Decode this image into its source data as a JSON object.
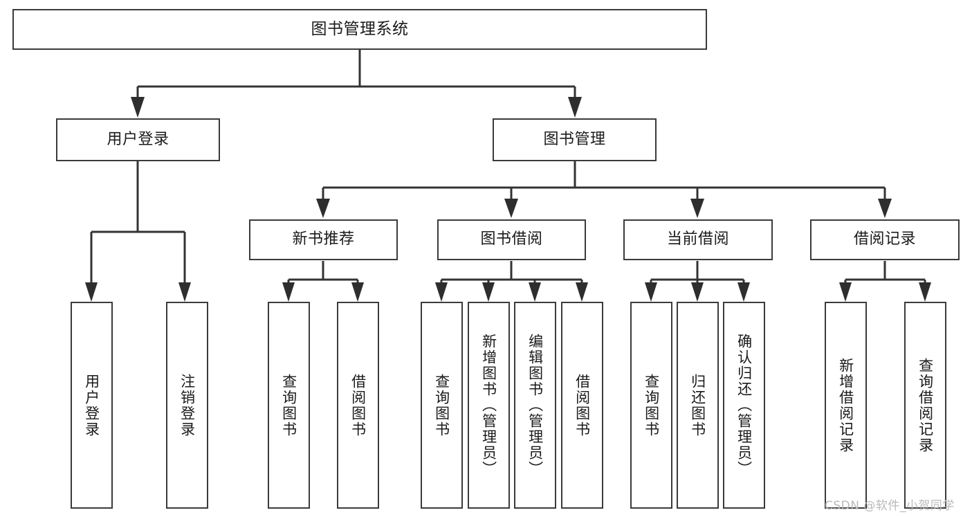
{
  "diagram": {
    "title": "图书管理系统",
    "type": "tree-hierarchy",
    "colors": {
      "background": "#ffffff",
      "node_border": "#3a3a3a",
      "node_fill": "#ffffff",
      "connector": "#333333",
      "text": "#1a1a1a",
      "watermark": "#b9b9b9"
    },
    "root": {
      "label": "图书管理系统"
    },
    "level1": [
      {
        "label": "用户登录"
      },
      {
        "label": "图书管理"
      }
    ],
    "level2": [
      {
        "label": "新书推荐"
      },
      {
        "label": "图书借阅"
      },
      {
        "label": "当前借阅"
      },
      {
        "label": "借阅记录"
      }
    ],
    "leaves": {
      "user_login": [
        {
          "label": "用户登录"
        },
        {
          "label": "注销登录"
        }
      ],
      "new_book_recommend": [
        {
          "label": "查询图书"
        },
        {
          "label": "借阅图书"
        }
      ],
      "book_borrow": [
        {
          "label": "查询图书"
        },
        {
          "label": "新增图书（管理员）"
        },
        {
          "label": "编辑图书（管理员）"
        },
        {
          "label": "借阅图书"
        }
      ],
      "current_borrow": [
        {
          "label": "查询图书"
        },
        {
          "label": "归还图书"
        },
        {
          "label": "确认归还（管理员）"
        }
      ],
      "borrow_record": [
        {
          "label": "新增借阅记录"
        },
        {
          "label": "查询借阅记录"
        }
      ]
    }
  },
  "watermark": {
    "text": "CSDN @软件_小贺同学"
  }
}
